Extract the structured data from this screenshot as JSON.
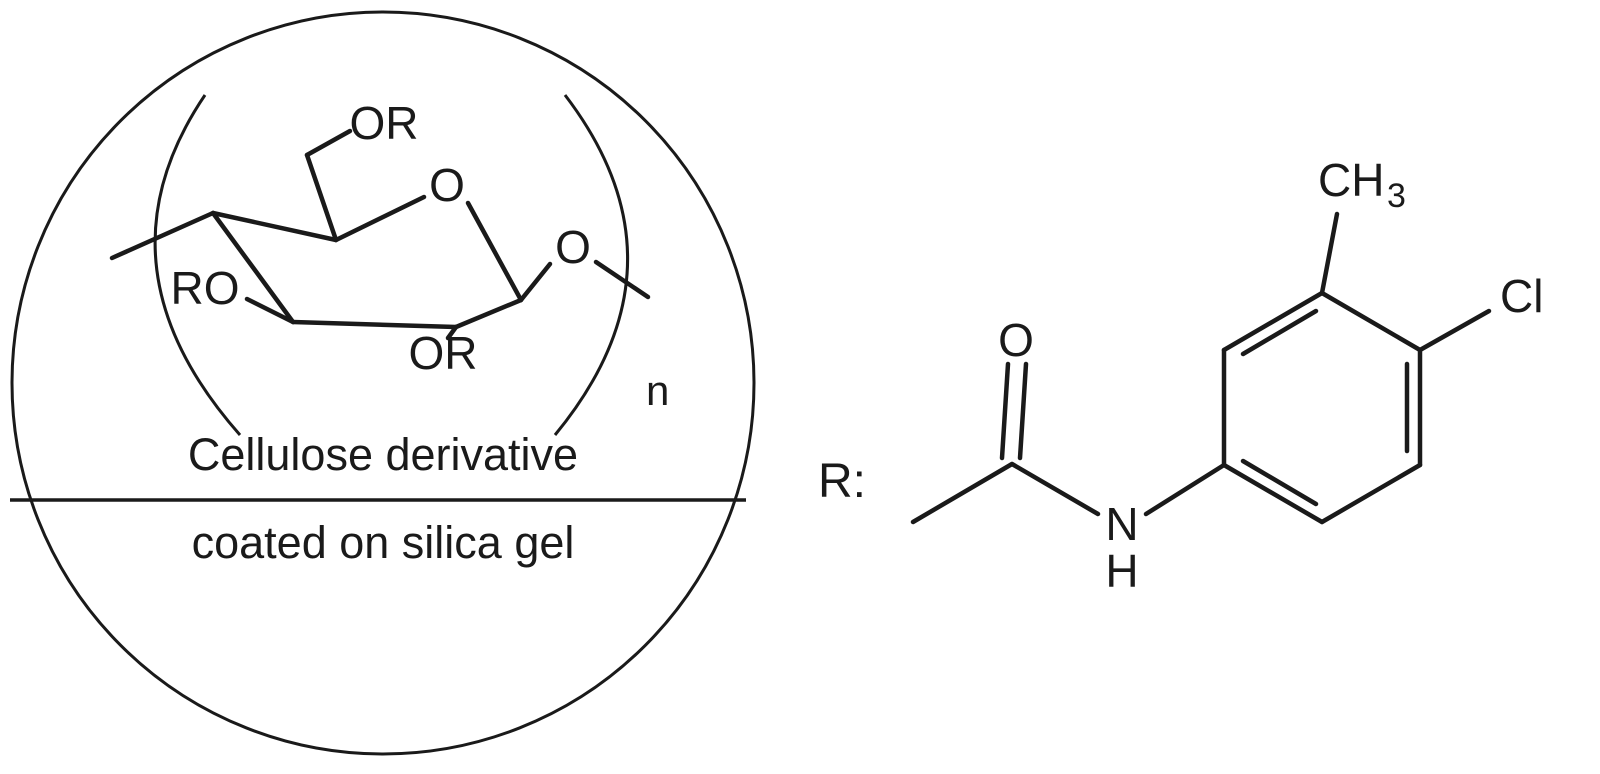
{
  "colors": {
    "ink": "#1a1a1a",
    "background": "#ffffff"
  },
  "cellulose_unit": {
    "or_top": "OR",
    "ring_oxygen": "O",
    "glycosidic_oxygen": "O",
    "ro_left": "RO",
    "or_bottom": "OR",
    "repeat_subscript": "n"
  },
  "sphere": {
    "caption_line1": "Cellulose derivative",
    "caption_line2": "coated on silica gel"
  },
  "side_group": {
    "r_label": "R:",
    "carbonyl_oxygen": "O",
    "amide_nitrogen": "N",
    "amide_hydrogen": "H",
    "methyl_main": "CH",
    "methyl_subscript": "3",
    "chloro": "Cl"
  }
}
